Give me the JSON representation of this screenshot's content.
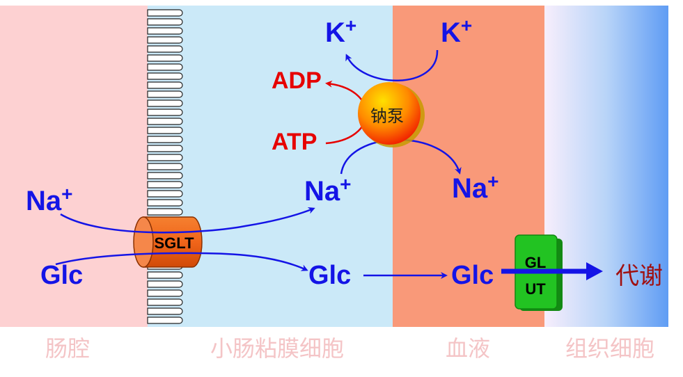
{
  "regions": {
    "lumen": "肠腔",
    "mucosa": "小肠粘膜细胞",
    "blood": "血液",
    "tissue": "组织细胞"
  },
  "molecules": {
    "na_left": {
      "base": "Na",
      "sup": "+"
    },
    "glc_left": "Glc",
    "na_mid": {
      "base": "Na",
      "sup": "+"
    },
    "glc_mid": "Glc",
    "k_top_left": {
      "base": "K",
      "sup": "+"
    },
    "k_top_right": {
      "base": "K",
      "sup": "+"
    },
    "na_right": {
      "base": "Na",
      "sup": "+"
    },
    "glc_right": "Glc",
    "adp": "ADP",
    "atp": "ATP"
  },
  "transporters": {
    "sglt": "SGLT",
    "glut_line1": "GL",
    "glut_line2": "UT",
    "pump": "钠泵"
  },
  "outcome": "代谢",
  "colors": {
    "lumen_bg": "#fdd1d2",
    "mucosa_bg": "#cbe9f8",
    "blood_bg": "#f99979",
    "tissue_bg_end": "#5f9cf4",
    "label_blue": "#1414e6",
    "label_red": "#e60000",
    "sglt": "#f0651a",
    "glut": "#22c322",
    "pump": "#ff7a00",
    "region_label": "#f4c4c6",
    "outcome": "#a01010"
  }
}
